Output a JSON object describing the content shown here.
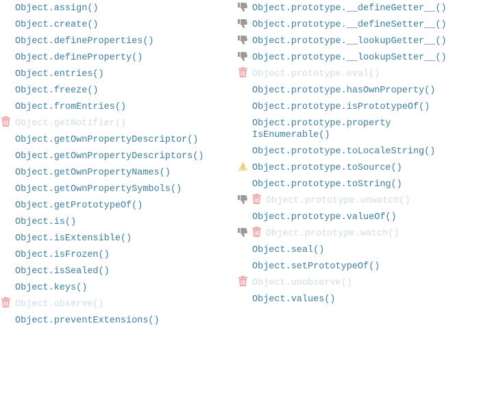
{
  "colors": {
    "link": "#3a7ea1",
    "obsolete_link": "#cfdde6",
    "deprecated_icon": "#9a9a9a",
    "trash_icon": "#f2a8a8",
    "warning_icon": "#f2e2a8"
  },
  "left_column": {
    "items": [
      {
        "label": "Object.assign()",
        "status": "normal"
      },
      {
        "label": "Object.create()",
        "status": "normal"
      },
      {
        "label": "Object.defineProperties()",
        "status": "normal"
      },
      {
        "label": "Object.defineProperty()",
        "status": "normal"
      },
      {
        "label": "Object.entries()",
        "status": "normal"
      },
      {
        "label": "Object.freeze()",
        "status": "normal"
      },
      {
        "label": "Object.fromEntries()",
        "status": "normal"
      },
      {
        "label": "Object.getNotifier()",
        "status": "obsolete",
        "icons": [
          "trash-icon"
        ]
      },
      {
        "label": "Object.getOwnPropertyDescriptor()",
        "status": "normal"
      },
      {
        "label": "Object.getOwnPropertyDescriptors()",
        "status": "normal"
      },
      {
        "label": "Object.getOwnPropertyNames()",
        "status": "normal"
      },
      {
        "label": "Object.getOwnPropertySymbols()",
        "status": "normal"
      },
      {
        "label": "Object.getPrototypeOf()",
        "status": "normal"
      },
      {
        "label": "Object.is()",
        "status": "normal"
      },
      {
        "label": "Object.isExtensible()",
        "status": "normal"
      },
      {
        "label": "Object.isFrozen()",
        "status": "normal"
      },
      {
        "label": "Object.isSealed()",
        "status": "normal"
      },
      {
        "label": "Object.keys()",
        "status": "normal"
      },
      {
        "label": "Object.observe()",
        "status": "obsolete",
        "icons": [
          "trash-icon"
        ]
      },
      {
        "label": "Object.preventExtensions()",
        "status": "normal"
      }
    ]
  },
  "right_column": {
    "items": [
      {
        "label": "Object.prototype.__defineGetter__()",
        "status": "deprecated",
        "icons": [
          "thumbs-down-icon"
        ]
      },
      {
        "label": "Object.prototype.__defineSetter__()",
        "status": "deprecated",
        "icons": [
          "thumbs-down-icon"
        ]
      },
      {
        "label": "Object.prototype.__lookupGetter__()",
        "status": "deprecated",
        "icons": [
          "thumbs-down-icon"
        ]
      },
      {
        "label": "Object.prototype.__lookupSetter__()",
        "status": "deprecated",
        "icons": [
          "thumbs-down-icon"
        ]
      },
      {
        "label": "Object.prototype.eval()",
        "status": "obsolete",
        "icons": [
          "trash-icon"
        ]
      },
      {
        "label": "Object.prototype.hasOwnProperty()",
        "status": "normal"
      },
      {
        "label": "Object.prototype.isPrototypeOf()",
        "status": "normal"
      },
      {
        "label": "Object.prototype.property",
        "label_line2": "IsEnumerable()",
        "status": "normal"
      },
      {
        "label": "Object.prototype.toLocaleString()",
        "status": "normal"
      },
      {
        "label": "Object.prototype.toSource()",
        "status": "experimental",
        "icons": [
          "warning-icon"
        ]
      },
      {
        "label": "Object.prototype.toString()",
        "status": "normal"
      },
      {
        "label": "Object.prototype.unwatch()",
        "status": "obsolete",
        "icons": [
          "thumbs-down-icon",
          "trash-icon"
        ]
      },
      {
        "label": "Object.prototype.valueOf()",
        "status": "normal"
      },
      {
        "label": "Object.prototype.watch()",
        "status": "obsolete",
        "icons": [
          "thumbs-down-icon",
          "trash-icon"
        ]
      },
      {
        "label": "Object.seal()",
        "status": "normal"
      },
      {
        "label": "Object.setPrototypeOf()",
        "status": "normal"
      },
      {
        "label": "Object.unobserve()",
        "status": "obsolete",
        "icons": [
          "trash-icon"
        ]
      },
      {
        "label": "Object.values()",
        "status": "normal"
      }
    ]
  }
}
